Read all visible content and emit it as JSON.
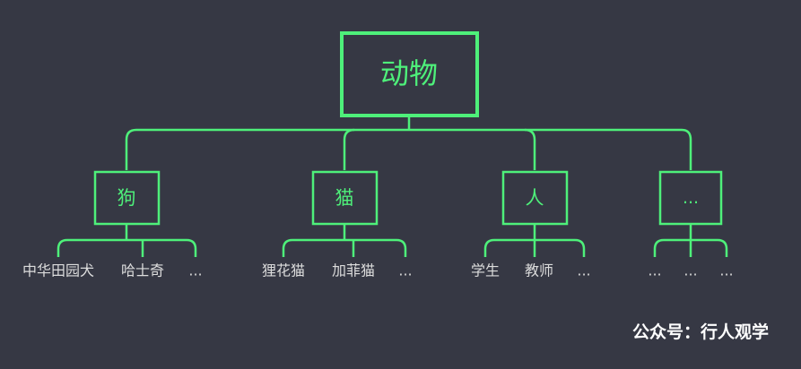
{
  "diagram": {
    "root": "动物",
    "categories": [
      {
        "label": "狗",
        "leaves": [
          "中华田园犬",
          "哈士奇",
          "..."
        ]
      },
      {
        "label": "猫",
        "leaves": [
          "狸花猫",
          "加菲猫",
          "..."
        ]
      },
      {
        "label": "人",
        "leaves": [
          "学生",
          "教师",
          "..."
        ]
      },
      {
        "label": "...",
        "leaves": [
          "...",
          "...",
          "..."
        ]
      }
    ],
    "colors": {
      "line": "#4ef07a",
      "background": "#363844",
      "leaf_text": "#dcdcdc",
      "watermark": "#ffffff"
    }
  },
  "watermark": "公众号：行人观学"
}
